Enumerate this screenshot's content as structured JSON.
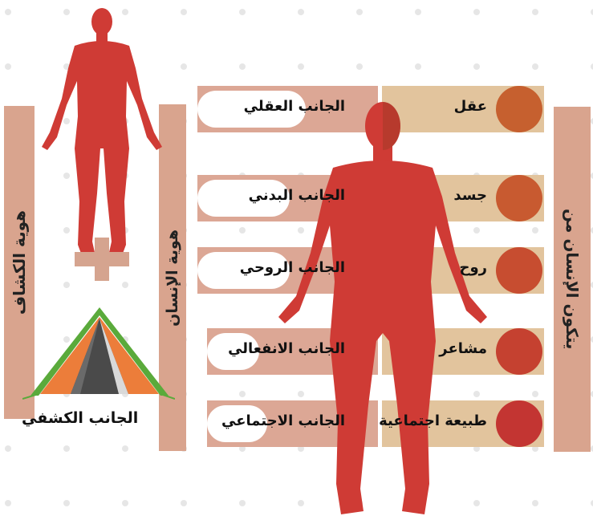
{
  "left_bar": {
    "label": "هوية الكشاف"
  },
  "middle_bar": {
    "label": "هوية الإنسان"
  },
  "right_bar": {
    "label": "يتكون الإنسان من"
  },
  "scout_aspect": {
    "label": "الجانب الكشفي"
  },
  "aspects": [
    {
      "label": "الجانب العقلي",
      "component": "عقل",
      "color": "#c6602f"
    },
    {
      "label": "الجانب البدني",
      "component": "جسد",
      "color": "#c85a30"
    },
    {
      "label": "الجانب الروحي",
      "component": "روح",
      "color": "#c74d30"
    },
    {
      "label": "الجانب الانفعالي",
      "component": "مشاعر",
      "color": "#c54130"
    },
    {
      "label": "الجانب الاجتماعي",
      "component": "طبيعة اجتماعية",
      "color": "#c33532"
    }
  ],
  "colors": {
    "figure": "#cf3b35",
    "figure_overlay": "#b5513a",
    "plus": "#d5a48f",
    "tent_green": "#5aaa3b",
    "tent_orange": "#ec7d3a",
    "tent_gray": "#4a4a4a"
  },
  "icons": {
    "small_figure": "human-silhouette",
    "large_figure": "human-silhouette",
    "plus": "plus-sign",
    "tent": "tent"
  }
}
